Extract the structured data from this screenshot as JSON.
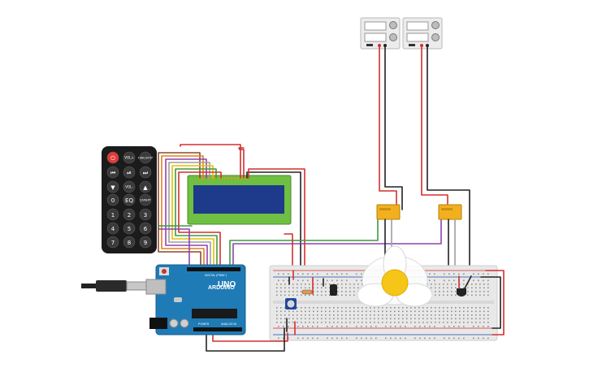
{
  "remote": {
    "buttons": [
      {
        "label": "⏻",
        "name": "power"
      },
      {
        "label": "VOL+",
        "name": "vol-up"
      },
      {
        "label": "FUNC/STOP",
        "name": "func-stop"
      },
      {
        "label": "⏮",
        "name": "prev"
      },
      {
        "label": "⏯",
        "name": "play-pause"
      },
      {
        "label": "⏭",
        "name": "next"
      },
      {
        "label": "▼",
        "name": "down"
      },
      {
        "label": "VOL-",
        "name": "vol-down"
      },
      {
        "label": "▲",
        "name": "up"
      },
      {
        "label": "0",
        "name": "0"
      },
      {
        "label": "EQ",
        "name": "eq"
      },
      {
        "label": "ST/REPT",
        "name": "st-rept"
      },
      {
        "label": "1",
        "name": "1"
      },
      {
        "label": "2",
        "name": "2"
      },
      {
        "label": "3",
        "name": "3"
      },
      {
        "label": "4",
        "name": "4"
      },
      {
        "label": "5",
        "name": "5"
      },
      {
        "label": "6",
        "name": "6"
      },
      {
        "label": "7",
        "name": "7"
      },
      {
        "label": "8",
        "name": "8"
      },
      {
        "label": "9",
        "name": "9"
      }
    ]
  },
  "arduino": {
    "model": "UNO",
    "brand": "ARDUINO",
    "digital_label": "DIGITAL (PWM~)",
    "power_label": "POWER",
    "analog_label": "ANALOG IN"
  },
  "colors": {
    "wire_red": "#d32f2f",
    "wire_black": "#222222",
    "wire_green": "#3f9a3f",
    "wire_purple": "#8e44ad",
    "wire_orange": "#e67e22",
    "wire_yellow": "#e5c100",
    "wire_brown": "#8b4a2b",
    "wire_gray": "#9e9e9e",
    "board_blue": "#1f7bb6",
    "lcd_green": "#6fbf43",
    "lcd_screen": "#1e3a8a",
    "relay_yellow": "#f2b01e",
    "bulb_yellow": "#f5c518"
  }
}
